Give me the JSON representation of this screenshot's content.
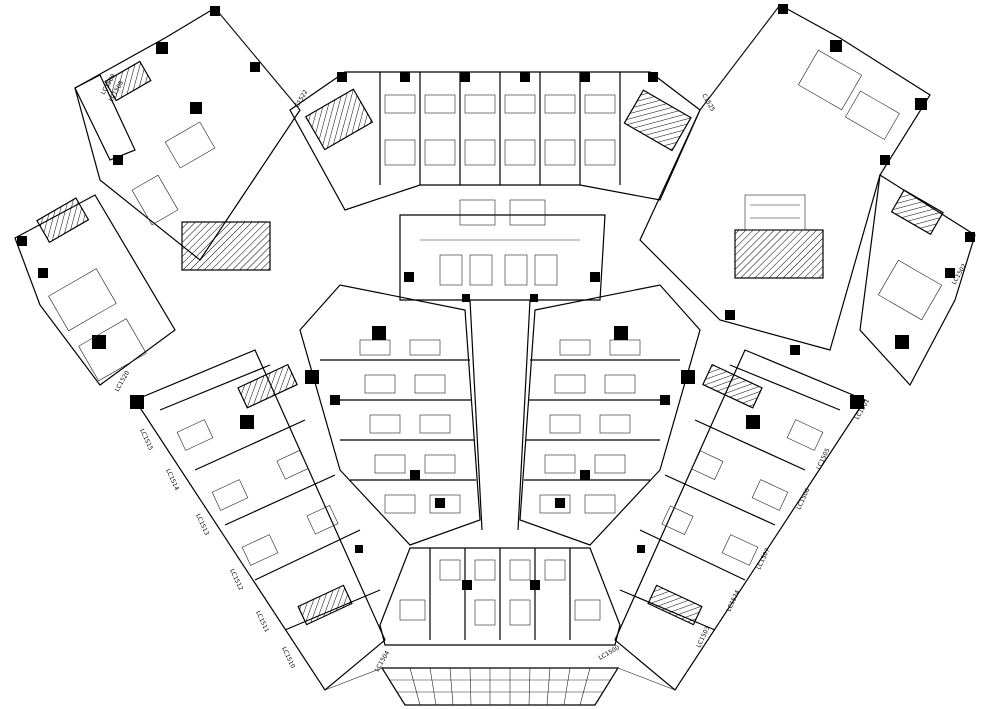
{
  "plan_labels": [
    {
      "id": "lbl-lc1509",
      "text": "LC1509"
    },
    {
      "id": "lbl-lc1508",
      "text": "LC1508"
    },
    {
      "id": "lbl-c1522",
      "text": "C1522"
    },
    {
      "id": "lbl-c1525",
      "text": "C1525"
    },
    {
      "id": "lbl-lc1502",
      "text": "LC1502"
    },
    {
      "id": "lbl-lc1501",
      "text": "LC1501"
    },
    {
      "id": "lbl-lc1520",
      "text": "LC1520"
    },
    {
      "id": "lbl-lc1515",
      "text": "LC1515"
    },
    {
      "id": "lbl-lc1514",
      "text": "LC1514"
    },
    {
      "id": "lbl-lc1513",
      "text": "LC1513"
    },
    {
      "id": "lbl-lc1512",
      "text": "LC1512"
    },
    {
      "id": "lbl-lc1511",
      "text": "LC1511"
    },
    {
      "id": "lbl-lc1510",
      "text": "LC1510"
    },
    {
      "id": "lbl-lc1505",
      "text": "LC1505"
    },
    {
      "id": "lbl-lc1506",
      "text": "LC1506"
    },
    {
      "id": "lbl-lc1507",
      "text": "LC1507"
    },
    {
      "id": "lbl-lc1524",
      "text": "LC1524"
    },
    {
      "id": "lbl-lc1503",
      "text": "LC1503"
    },
    {
      "id": "lbl-lc1504",
      "text": "LC1504"
    },
    {
      "id": "lbl-lc1500",
      "text": "LC1500"
    }
  ]
}
